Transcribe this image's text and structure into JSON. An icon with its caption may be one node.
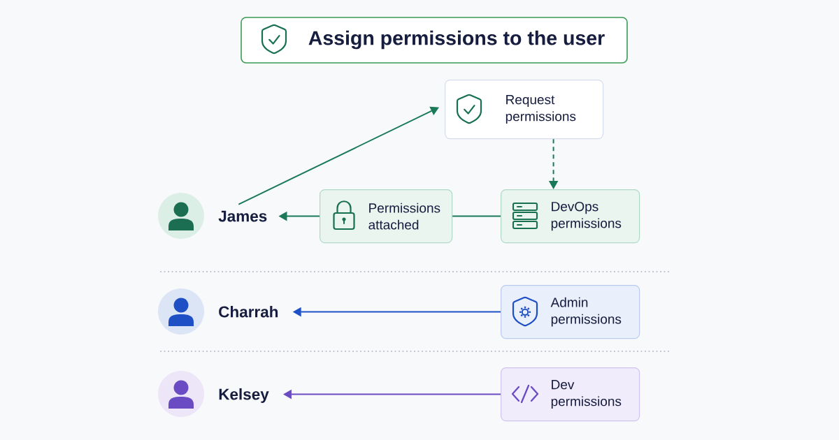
{
  "diagram": {
    "title": "Assign permissions to the user",
    "nodes": [
      {
        "text": [
          "James"
        ]
      },
      {
        "text": [
          "Request permissions"
        ]
      },
      {
        "text": [
          "Permissions attached"
        ]
      },
      {
        "text": [
          "DevOps permissions"
        ]
      },
      {
        "text": [
          "Charrah"
        ]
      },
      {
        "text": [
          "Admin permissions"
        ]
      },
      {
        "text": [
          "Kelsey"
        ]
      },
      {
        "text": [
          "Dev permissions"
        ]
      }
    ],
    "edges": [
      {
        "from": 0,
        "to": 1,
        "arrow": "to"
      },
      {
        "from": 1,
        "to": 3,
        "arrow": "to",
        "style": "dashed"
      },
      {
        "from": 3,
        "to": 2,
        "arrow": "none"
      },
      {
        "from": 2,
        "to": 0,
        "arrow": "to"
      },
      {
        "from": 5,
        "to": 4,
        "arrow": "to",
        "color": "#1e50c8"
      },
      {
        "from": 7,
        "to": 6,
        "arrow": "to",
        "color": "#6b4cc2"
      }
    ]
  }
}
